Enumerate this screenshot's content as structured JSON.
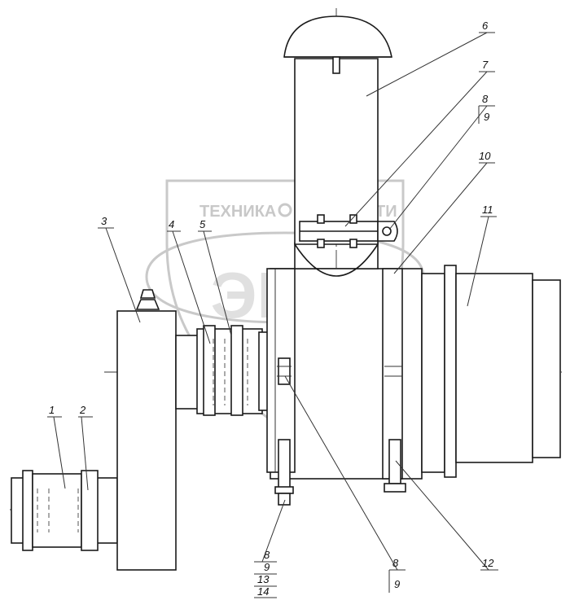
{
  "watermark": {
    "left_text": "ТЕХНИКА",
    "right_text": "ЗАПЧАСТИ",
    "logo_text": "ЭПФ"
  },
  "callouts": [
    {
      "id": "c1",
      "text": "1"
    },
    {
      "id": "c2",
      "text": "2"
    },
    {
      "id": "c3",
      "text": "3"
    },
    {
      "id": "c4",
      "text": "4"
    },
    {
      "id": "c5",
      "text": "5"
    },
    {
      "id": "c6",
      "text": "6"
    },
    {
      "id": "c7",
      "text": "7"
    },
    {
      "id": "c8a",
      "text": "8"
    },
    {
      "id": "c9a",
      "text": "9"
    },
    {
      "id": "c10",
      "text": "10"
    },
    {
      "id": "c11",
      "text": "11"
    },
    {
      "id": "c12",
      "text": "12"
    },
    {
      "id": "c8b",
      "text": "8"
    },
    {
      "id": "c9b",
      "text": "9"
    },
    {
      "id": "c8c",
      "text": "8"
    },
    {
      "id": "c9c",
      "text": "9"
    },
    {
      "id": "c13",
      "text": "13"
    },
    {
      "id": "c14",
      "text": "14"
    }
  ]
}
